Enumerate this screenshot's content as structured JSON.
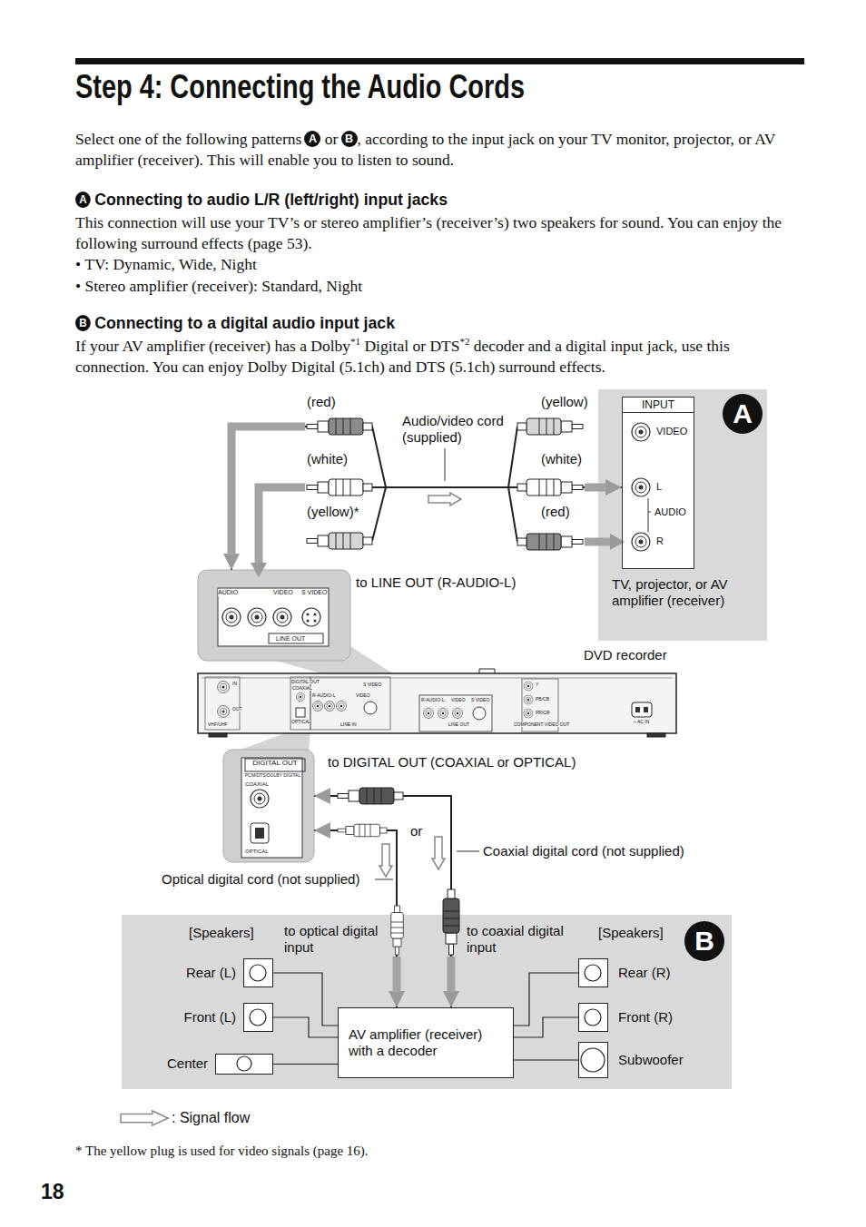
{
  "diagram": {
    "title": "Step 4: Connecting the Audio Cords",
    "nodes": [
      {
        "text": [
          "A",
          "TV, projector, or AV amplifier (receiver)"
        ]
      },
      {
        "text": [
          "INPUT",
          "VIDEO",
          "L",
          "AUDIO",
          "R"
        ],
        "in": 0
      },
      {
        "text": [
          "AUDIO",
          "VIDEO",
          "S VIDEO",
          "LINE OUT"
        ]
      },
      {
        "text": [
          "DVD recorder"
        ]
      },
      {
        "text": [
          "DIGITAL OUT",
          "PCM/DTS/DOLBY DIGITAL",
          "COAXIAL",
          "OPTICAL"
        ]
      },
      {
        "text": [
          "B"
        ]
      },
      {
        "text": [
          "AV amplifier (receiver) with a decoder"
        ],
        "in": 5
      },
      {
        "text": [
          "Rear (L)"
        ],
        "in": 5
      },
      {
        "text": [
          "Front (L)"
        ],
        "in": 5
      },
      {
        "text": [
          "Center"
        ],
        "in": 5
      },
      {
        "text": [
          "Rear (R)"
        ],
        "in": 5
      },
      {
        "text": [
          "Front (R)"
        ],
        "in": 5
      },
      {
        "text": [
          "Subwoofer"
        ],
        "in": 5
      }
    ],
    "edges": [
      {
        "from": 2,
        "to": 1,
        "arrow": "both"
      },
      {
        "from": 4,
        "to": 6,
        "arrow": "both"
      },
      {
        "from": 4,
        "to": 6,
        "arrow": "both"
      },
      {
        "from": 6,
        "to": 7,
        "arrow": "none"
      },
      {
        "from": 6,
        "to": 8,
        "arrow": "none"
      },
      {
        "from": 6,
        "to": 9,
        "arrow": "none"
      },
      {
        "from": 6,
        "to": 10,
        "arrow": "none"
      },
      {
        "from": 6,
        "to": 11,
        "arrow": "none"
      },
      {
        "from": 6,
        "to": 12,
        "arrow": "none"
      }
    ],
    "labels": [
      "Select one of the following patterns",
      "A",
      "or",
      "B",
      ", according to the input jack on your TV monitor, projector, or AV amplifier (receiver). This will enable you to listen to sound.",
      "A",
      "Connecting to audio L/R (left/right) input jacks",
      "This connection will use your TV’s or stereo amplifier’s (receiver’s) two speakers for sound. You can enjoy the following surround effects (page 53).",
      "• TV: Dynamic, Wide, Night",
      "• Stereo amplifier (receiver): Standard, Night",
      "B",
      "Connecting to a digital audio input jack",
      "If your AV amplifier (receiver) has a Dolby",
      "*1",
      "Digital or DTS",
      "*2",
      "decoder and a digital input jack, use this connection. You can enjoy Dolby Digital (5.1ch) and DTS (5.1ch) surround effects.",
      "(red)",
      "(white)",
      "(yellow)*",
      "Audio/video cord (supplied)",
      "(yellow)",
      "(white)",
      "(red)",
      "to LINE OUT (R-AUDIO-L)",
      "to DIGITAL OUT (COAXIAL or OPTICAL)",
      "or",
      "Coaxial digital cord (not supplied)",
      "Optical digital cord (not supplied)",
      "[Speakers]",
      "to optical digital input",
      "to coaxial digital input",
      "[Speakers]",
      "* The yellow plug is used for video signals (page 16).",
      "18",
      "IN",
      "OUT",
      "VHF/UHF",
      "DIGITAL OUT",
      "COAXIAL",
      "OPTICAL",
      "R-AUDIO-L",
      "VIDEO",
      "S VIDEO",
      "LINE IN",
      "R-AUDIO-L",
      "VIDEO",
      "S VIDEO",
      "LINE OUT",
      "Y",
      "PB/CB",
      "PR/CR",
      "COMPONENT VIDEO OUT",
      "~ AC IN"
    ],
    "legend": [
      {
        "text": ": Signal flow"
      }
    ]
  }
}
